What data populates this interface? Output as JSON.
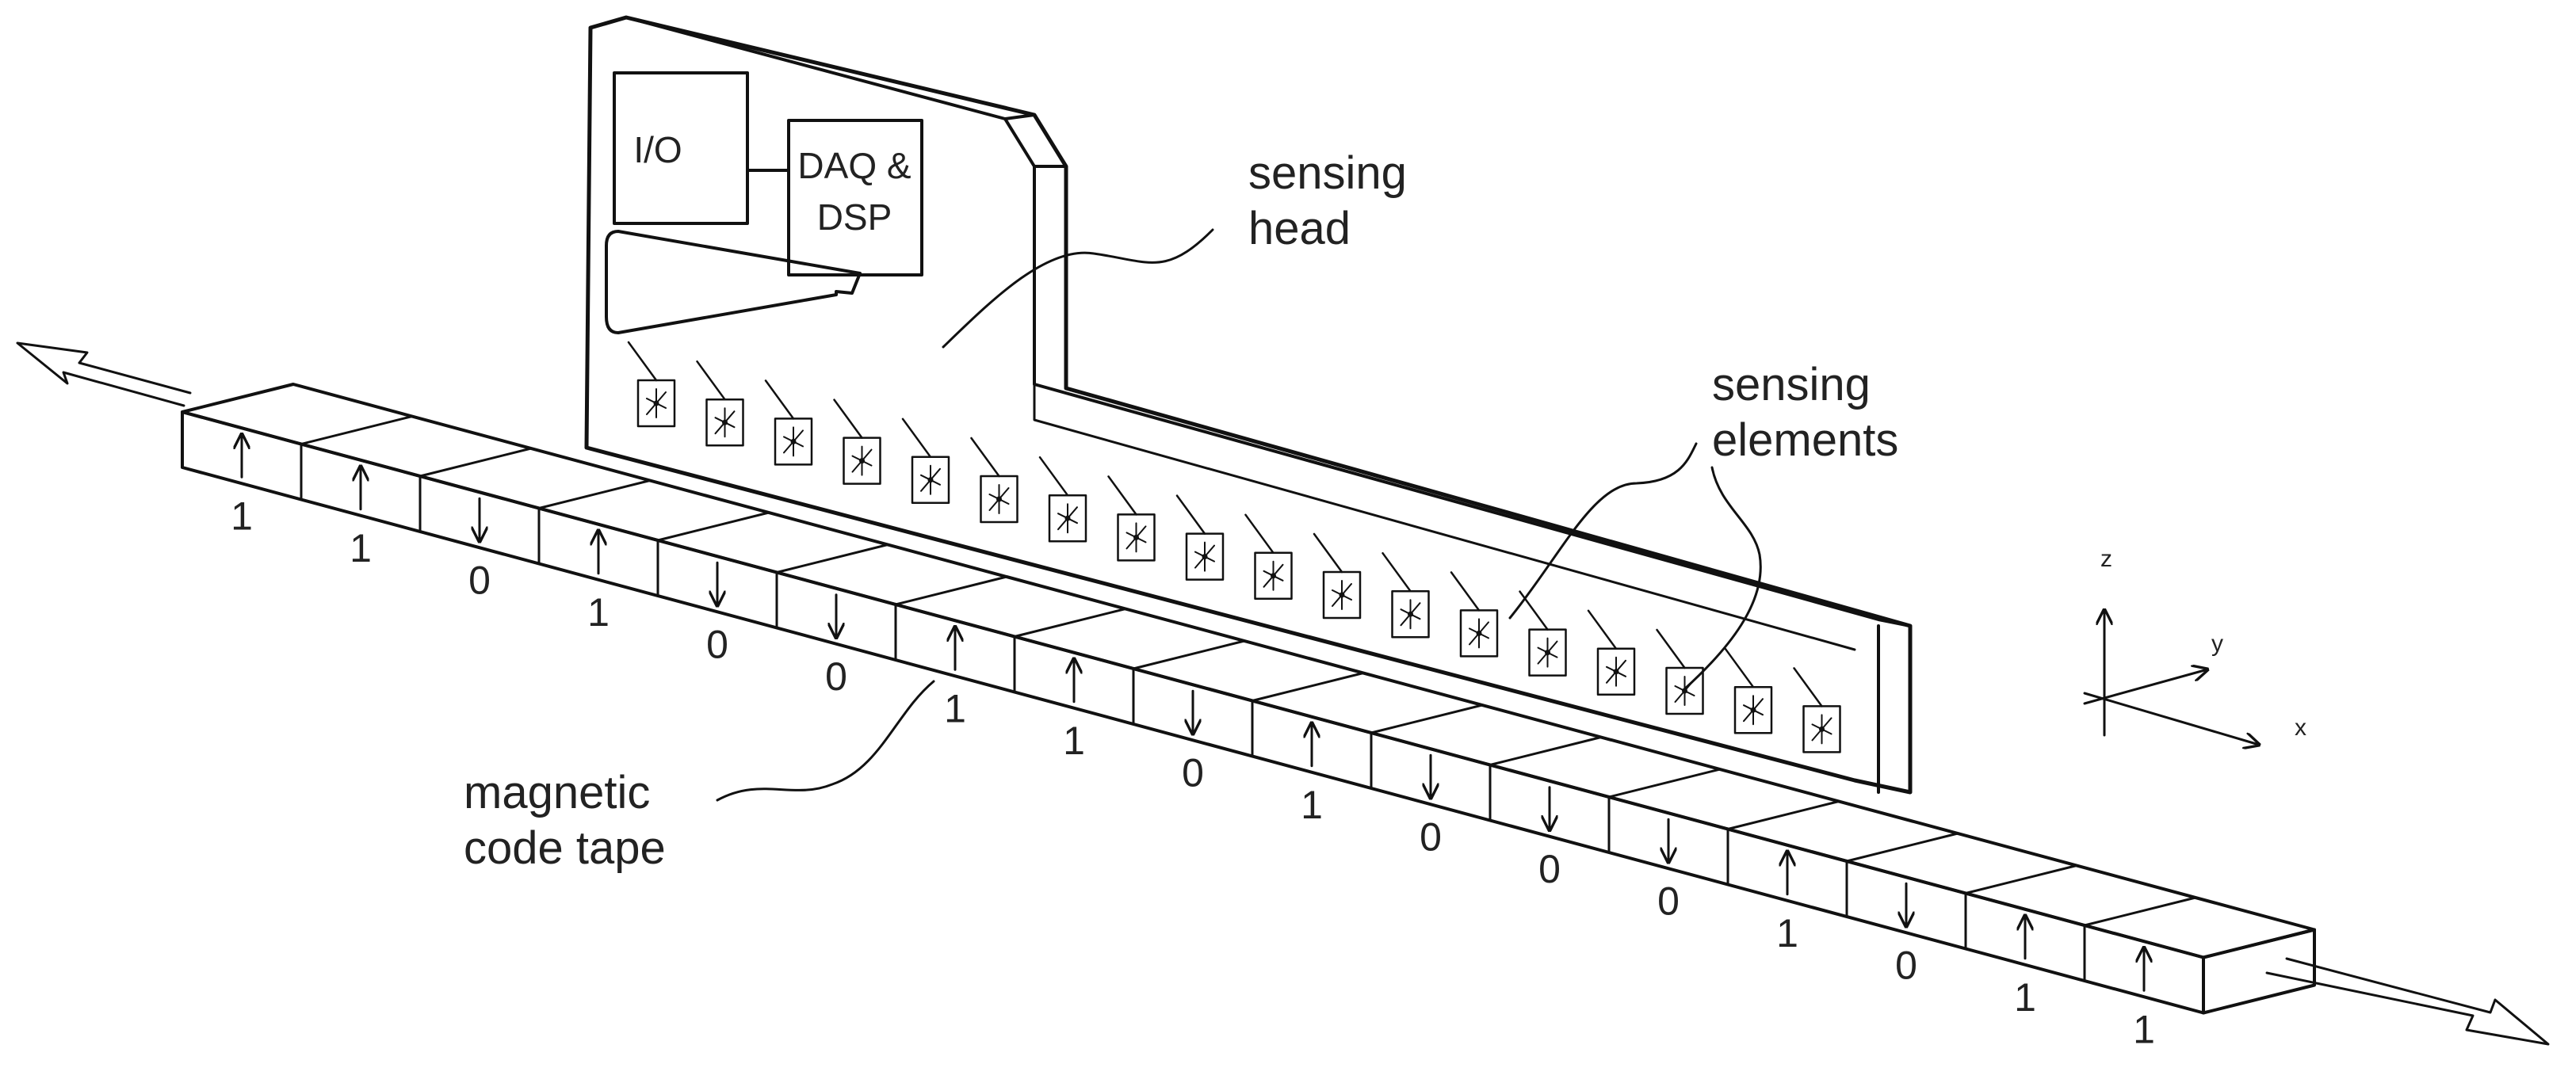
{
  "labels": {
    "sensing_head": [
      "sensing",
      "head"
    ],
    "sensing_elements": [
      "sensing",
      "elements"
    ],
    "magnetic_code_tape": [
      "magnetic",
      "code tape"
    ],
    "io_box": "I/O",
    "daq_dsp_box": [
      "DAQ &",
      "DSP"
    ]
  },
  "axes": {
    "z": "z",
    "y": "y",
    "x": "x"
  },
  "code_bits": [
    "1",
    "1",
    "0",
    "1",
    "0",
    "0",
    "1",
    "1",
    "0",
    "1",
    "0",
    "0",
    "0",
    "1",
    "0",
    "1",
    "1"
  ],
  "sensing_element_count": 18
}
